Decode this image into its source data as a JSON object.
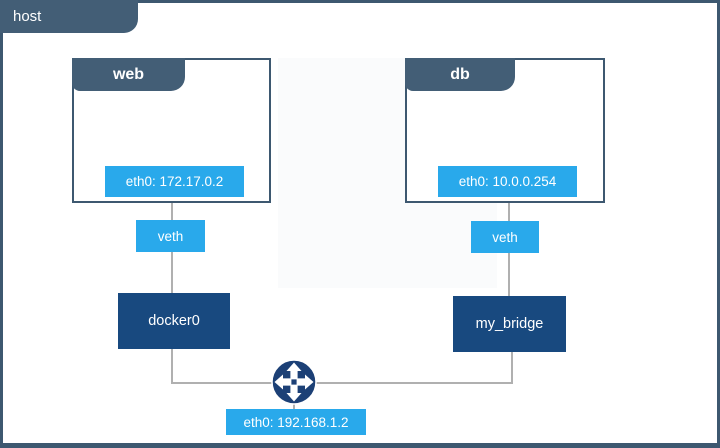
{
  "host": {
    "label": "host",
    "interface_label": "eth0: 192.168.1.2"
  },
  "containers": [
    {
      "name": "web",
      "interface_label": "eth0: 172.17.0.2",
      "veth_label": "veth",
      "bridge_name": "docker0"
    },
    {
      "name": "db",
      "interface_label": "eth0: 10.0.0.254",
      "veth_label": "veth",
      "bridge_name": "my_bridge"
    }
  ],
  "icons": {
    "router": "router-cross-arrows-icon"
  },
  "colors": {
    "header_slate": "#435e76",
    "container_border": "#3d5870",
    "interface_blue": "#29a9eb",
    "bridge_navy": "#18497f",
    "router_navy": "#1c4076",
    "connector_gray": "#b0b0b0",
    "background": "#ffffff"
  }
}
